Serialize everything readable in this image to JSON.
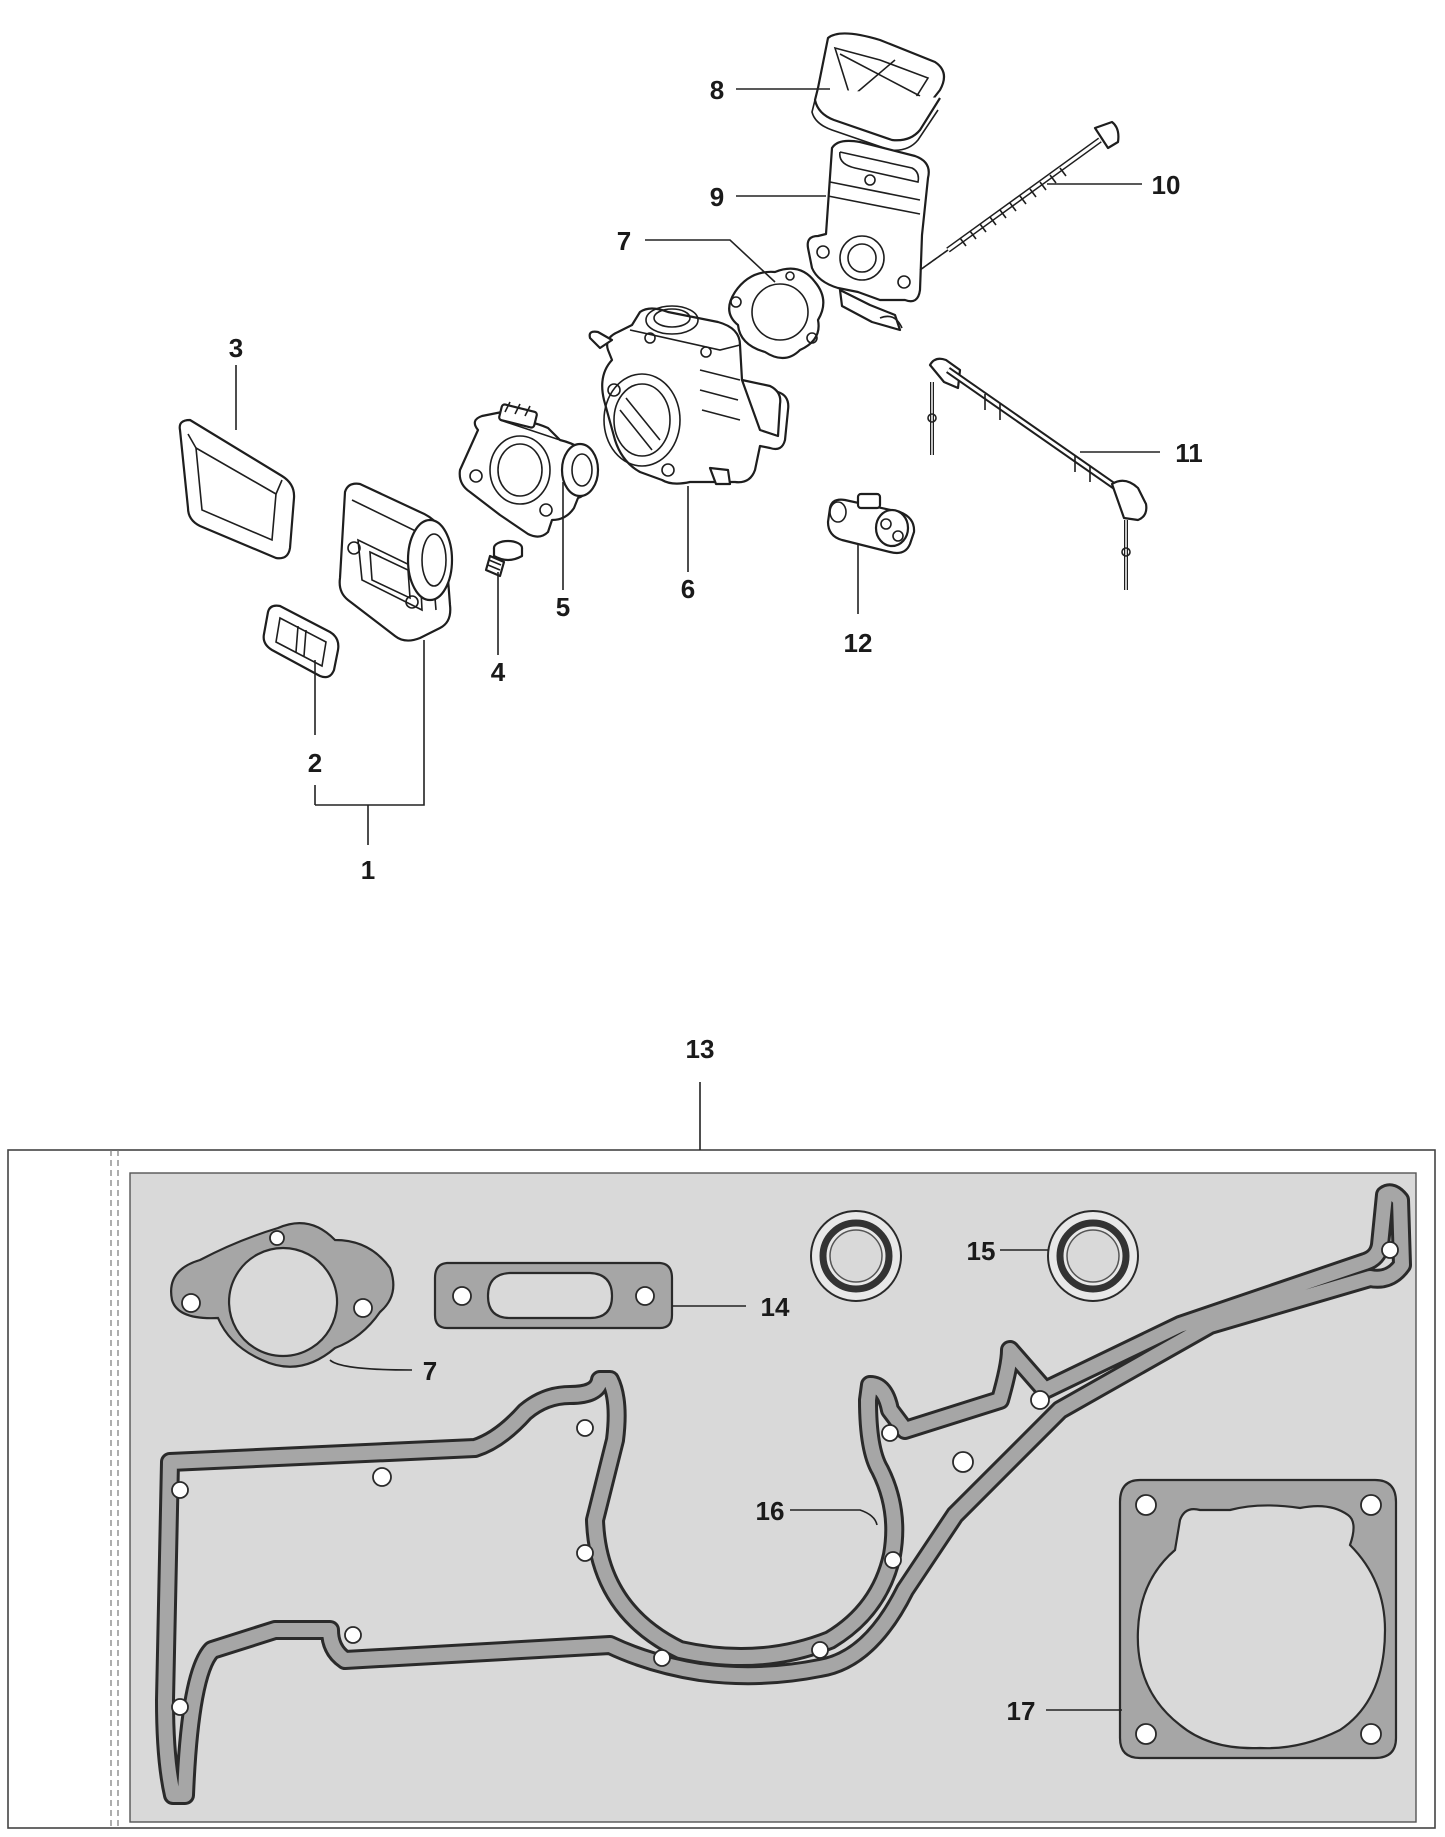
{
  "callouts": [
    {
      "id": "1",
      "label": "1"
    },
    {
      "id": "2",
      "label": "2"
    },
    {
      "id": "3",
      "label": "3"
    },
    {
      "id": "4",
      "label": "4"
    },
    {
      "id": "5",
      "label": "5"
    },
    {
      "id": "6",
      "label": "6"
    },
    {
      "id": "7a",
      "label": "7"
    },
    {
      "id": "8",
      "label": "8"
    },
    {
      "id": "9",
      "label": "9"
    },
    {
      "id": "10",
      "label": "10"
    },
    {
      "id": "11",
      "label": "11"
    },
    {
      "id": "12",
      "label": "12"
    },
    {
      "id": "13",
      "label": "13"
    },
    {
      "id": "14",
      "label": "14"
    },
    {
      "id": "15",
      "label": "15"
    },
    {
      "id": "16",
      "label": "16"
    },
    {
      "id": "7b",
      "label": "7"
    },
    {
      "id": "17",
      "label": "17"
    }
  ],
  "colors": {
    "line": "#1e1e1e",
    "kit_panel": "#d9d9d9",
    "gasket_fill": "#a6a6a6",
    "background": "#ffffff"
  }
}
